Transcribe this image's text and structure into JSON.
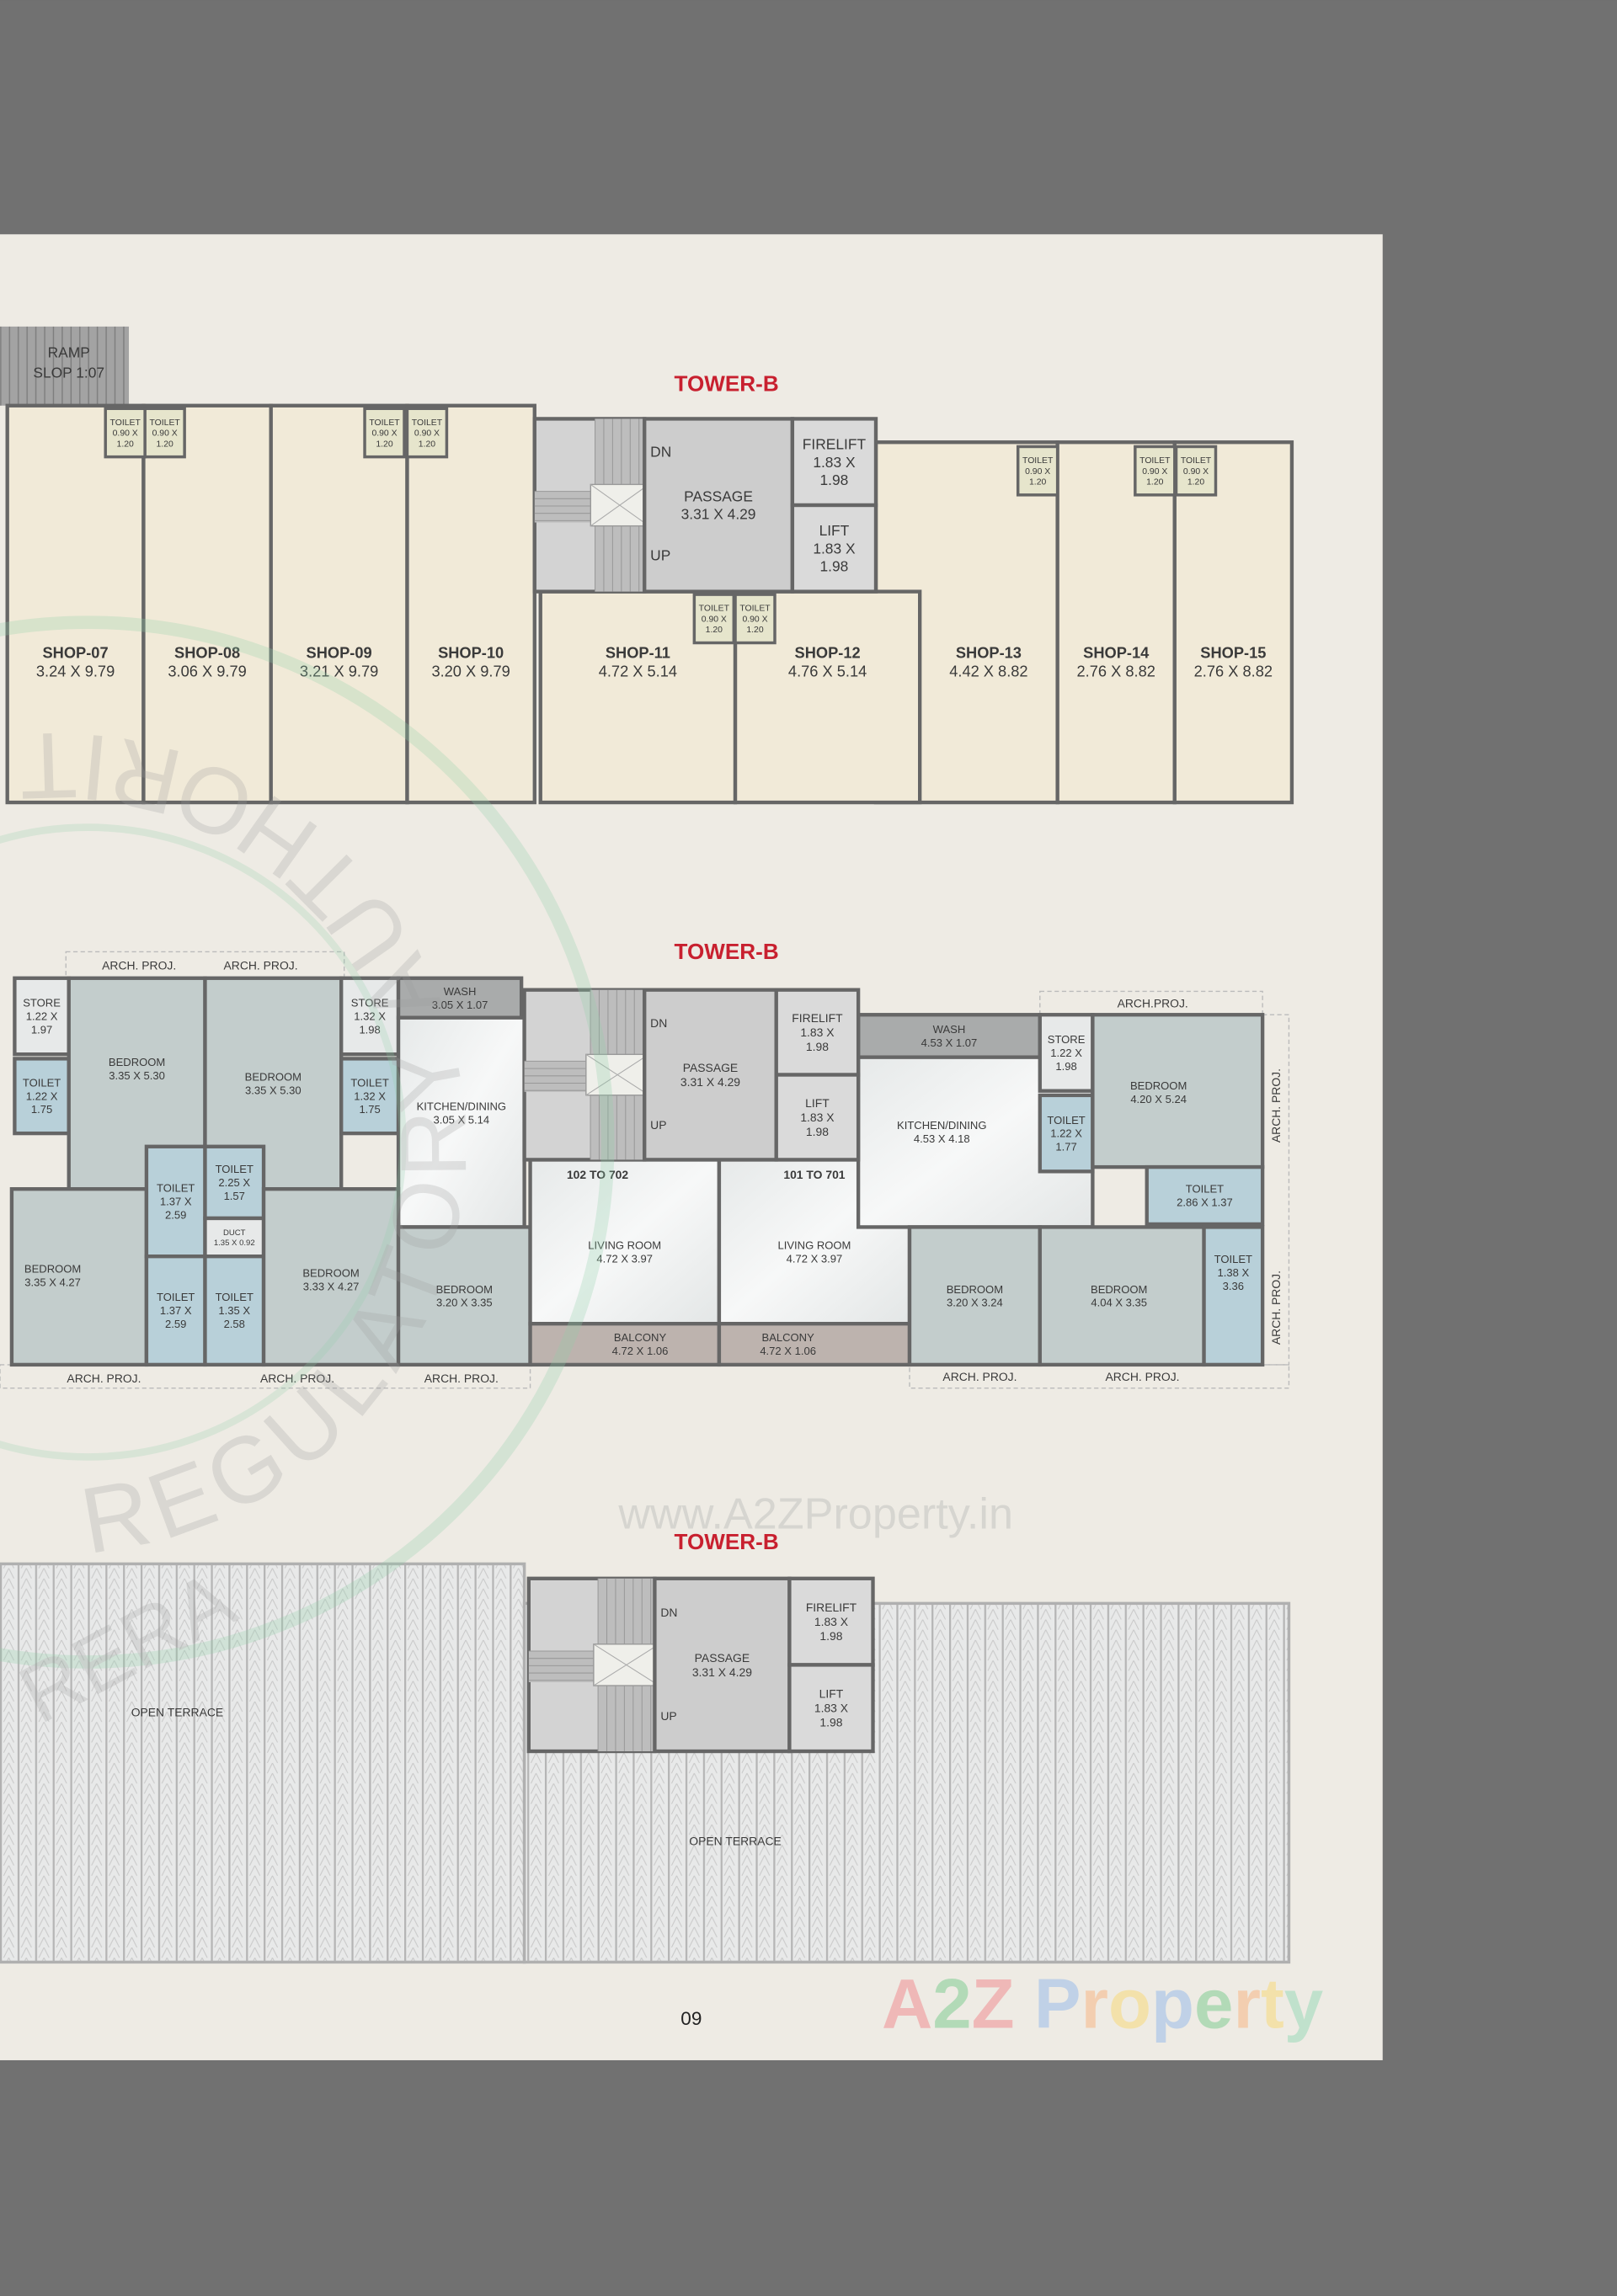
{
  "page_number": "09",
  "watermarks": {
    "site": "www.A2ZProperty.in",
    "logo": "A2Z Property",
    "seal_text": "REGULATORY AUTHORITY",
    "seal_abbrev": "RERA"
  },
  "colors": {
    "background": "#717171",
    "paper": "#eeebe4",
    "tower_title": "#c8202f",
    "wall": "#666666",
    "shop_fill": "#f1ead8",
    "shop_toilet_fill": "#e6e5cc",
    "bedroom_fill": "#c3cdcc",
    "toilet_fill": "#b8d0d9",
    "store_fill": "#e7e9e9",
    "wash_fill": "#a9abab",
    "living_fill": "#eef0f0",
    "balcony_fill": "#bdb3ae",
    "core_fill": "#cdcdcd",
    "terrace_hatch": "#b5b5b5",
    "seal_green": "#8fcfa9",
    "logo_letters": [
      "#f0b0b0",
      "#a8d8b0",
      "#f0b0b0",
      "#ffffff",
      "#b8cde8",
      "#f5c9a8",
      "#f5e0a0",
      "#b8cde8",
      "#a8d8b0",
      "#f5c9a8",
      "#f5e0a0",
      "#b8e0c8"
    ]
  },
  "ground": {
    "title": "TOWER-B",
    "ramp": {
      "label": "RAMP",
      "slope": "SLOP 1:07"
    },
    "shops": [
      {
        "label": "SHOP-07",
        "dims": "3.24 X 9.79"
      },
      {
        "label": "SHOP-08",
        "dims": "3.06 X 9.79"
      },
      {
        "label": "SHOP-09",
        "dims": "3.21 X 9.79"
      },
      {
        "label": "SHOP-10",
        "dims": "3.20 X 9.79"
      },
      {
        "label": "SHOP-11",
        "dims": "4.72 X 5.14"
      },
      {
        "label": "SHOP-12",
        "dims": "4.76 X 5.14"
      },
      {
        "label": "SHOP-13",
        "dims": "4.42 X 8.82"
      },
      {
        "label": "SHOP-14",
        "dims": "2.76 X 8.82"
      },
      {
        "label": "SHOP-15",
        "dims": "2.76 X 8.82"
      }
    ],
    "toilets": [
      {
        "label": "TOILET",
        "dims": "0.90 X 1.20"
      },
      {
        "label": "TOILET",
        "dims": "0.90 X 1.20"
      },
      {
        "label": "TOILET",
        "dims": "0.90 X 1.20"
      },
      {
        "label": "TOILET",
        "dims": "0.90 X 1.20"
      },
      {
        "label": "TOILET",
        "dims": "0.90 X 1.20"
      },
      {
        "label": "TOILET",
        "dims": "0.90 X 1.20"
      },
      {
        "label": "TOILET",
        "dims": "0.90 X 1.20"
      },
      {
        "label": "TOILET",
        "dims": "0.90 X 1.20"
      },
      {
        "label": "TOILET",
        "dims": "0.90 X 1.20"
      }
    ],
    "core": {
      "dn": "DN",
      "up": "UP",
      "passage": {
        "label": "PASSAGE",
        "dims": "3.31 X 4.29"
      },
      "firelift": {
        "label": "FIRELIFT",
        "dims": "1.83 X 1.98"
      },
      "lift": {
        "label": "LIFT",
        "dims": "1.83 X 1.98"
      }
    }
  },
  "typical": {
    "title": "TOWER-B",
    "flat_labels": [
      "102 TO 702",
      "101 TO 701"
    ],
    "rooms": [
      {
        "label": "STORE",
        "dims": "1.22 X 1.97"
      },
      {
        "label": "TOILET",
        "dims": "1.22 X 1.75"
      },
      {
        "label": "BEDROOM",
        "dims": "3.35 X 5.30"
      },
      {
        "label": "BEDROOM",
        "dims": "3.35 X 5.30"
      },
      {
        "label": "STORE",
        "dims": "1.32 X 1.98"
      },
      {
        "label": "TOILET",
        "dims": "1.32 X 1.75"
      },
      {
        "label": "WASH",
        "dims": "3.05 X 1.07"
      },
      {
        "label": "KITCHEN/DINING",
        "dims": "3.05 X 5.14"
      },
      {
        "label": "BEDROOM",
        "dims": "3.35 X 4.27"
      },
      {
        "label": "TOILET",
        "dims": "1.37 X 2.59"
      },
      {
        "label": "TOILET",
        "dims": "2.25 X 1.57"
      },
      {
        "label": "DUCT",
        "dims": "1.35 X 0.92"
      },
      {
        "label": "TOILET",
        "dims": "1.37 X 2.59"
      },
      {
        "label": "TOILET",
        "dims": "1.35 X 2.58"
      },
      {
        "label": "BEDROOM",
        "dims": "3.33 X 4.27"
      },
      {
        "label": "BEDROOM",
        "dims": "3.20 X 3.35"
      },
      {
        "label": "LIVING ROOM",
        "dims": "4.72 X 3.97"
      },
      {
        "label": "LIVING ROOM",
        "dims": "4.72 X 3.97"
      },
      {
        "label": "BALCONY",
        "dims": "4.72 X 1.06"
      },
      {
        "label": "BALCONY",
        "dims": "4.72 X 1.06"
      },
      {
        "label": "WASH",
        "dims": "4.53 X 1.07"
      },
      {
        "label": "KITCHEN/DINING",
        "dims": "4.53 X 4.18"
      },
      {
        "label": "STORE",
        "dims": "1.22 X 1.98"
      },
      {
        "label": "TOILET",
        "dims": "1.22 X 1.77"
      },
      {
        "label": "BEDROOM",
        "dims": "4.20 X 5.24"
      },
      {
        "label": "TOILET",
        "dims": "2.86 X 1.37"
      },
      {
        "label": "BEDROOM",
        "dims": "3.20 X 3.24"
      },
      {
        "label": "BEDROOM",
        "dims": "4.04 X 3.35"
      },
      {
        "label": "TOILET",
        "dims": "1.38 X 3.36"
      }
    ],
    "arch_proj": [
      "ARCH. PROJ.",
      "ARCH. PROJ.",
      "ARCH. PROJ.",
      "ARCH. PROJ.",
      "ARCH. PROJ.",
      "ARCH.PROJ.",
      "ARCH. PROJ.",
      "ARCH. PROJ.",
      "ARCH. PROJ.",
      "ARCH. PROJ."
    ],
    "core": {
      "dn": "DN",
      "up": "UP",
      "passage": {
        "label": "PASSAGE",
        "dims": "3.31 X 4.29"
      },
      "firelift": {
        "label": "FIRELIFT",
        "dims": "1.83 X 1.98"
      },
      "lift": {
        "label": "LIFT",
        "dims": "1.83 X 1.98"
      }
    }
  },
  "terrace": {
    "title": "TOWER-B",
    "open_terrace": [
      "OPEN TERRACE",
      "OPEN TERRACE"
    ],
    "core": {
      "dn": "DN",
      "up": "UP",
      "passage": {
        "label": "PASSAGE",
        "dims": "3.31 X 4.29"
      },
      "firelift": {
        "label": "FIRELIFT",
        "dims": "1.83 X 1.98"
      },
      "lift": {
        "label": "LIFT",
        "dims": "1.83 X 1.98"
      }
    }
  }
}
